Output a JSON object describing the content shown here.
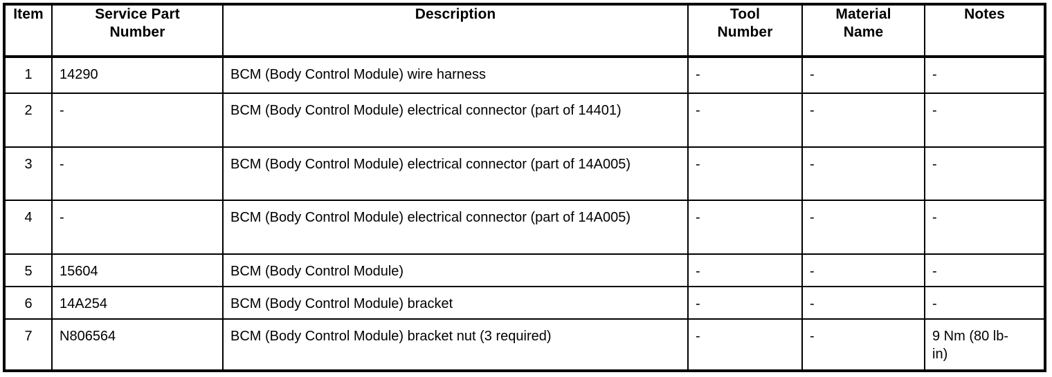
{
  "table": {
    "name": "service-parts-table",
    "border_color": "#000000",
    "background_color": "#ffffff",
    "text_color": "#000000",
    "columns": [
      {
        "key": "item",
        "label": "Item",
        "align": "center"
      },
      {
        "key": "part",
        "label": "Service Part\nNumber",
        "label_line1": "Service Part",
        "label_line2": "Number",
        "align": "left"
      },
      {
        "key": "desc",
        "label": "Description",
        "align": "left"
      },
      {
        "key": "tool",
        "label": "Tool\nNumber",
        "label_line1": "Tool",
        "label_line2": "Number",
        "align": "left"
      },
      {
        "key": "material",
        "label": "Material\nName",
        "label_line1": "Material",
        "label_line2": "Name",
        "align": "left"
      },
      {
        "key": "notes",
        "label": "Notes",
        "align": "left"
      }
    ],
    "rows": [
      {
        "item": "1",
        "part": "14290",
        "desc": "BCM (Body Control Module) wire harness",
        "tool": "-",
        "material": "-",
        "notes": "-"
      },
      {
        "item": "2",
        "part": "-",
        "desc": "BCM (Body Control Module) electrical connector (part of 14401)",
        "tool": "-",
        "material": "-",
        "notes": "-"
      },
      {
        "item": "3",
        "part": "-",
        "desc": "BCM (Body Control Module) electrical connector (part of 14A005)",
        "tool": "-",
        "material": "-",
        "notes": "-"
      },
      {
        "item": "4",
        "part": "-",
        "desc": "BCM (Body Control Module) electrical connector (part of 14A005)",
        "tool": "-",
        "material": "-",
        "notes": "-"
      },
      {
        "item": "5",
        "part": "15604",
        "desc": "BCM (Body Control Module)",
        "tool": "-",
        "material": "-",
        "notes": "-"
      },
      {
        "item": "6",
        "part": "14A254",
        "desc": "BCM (Body Control Module) bracket",
        "tool": "-",
        "material": "-",
        "notes": "-"
      },
      {
        "item": "7",
        "part": "N806564",
        "desc": "BCM (Body Control Module) bracket nut (3 required)",
        "tool": "-",
        "material": "-",
        "notes": "9 Nm (80 lb-in)"
      }
    ]
  }
}
